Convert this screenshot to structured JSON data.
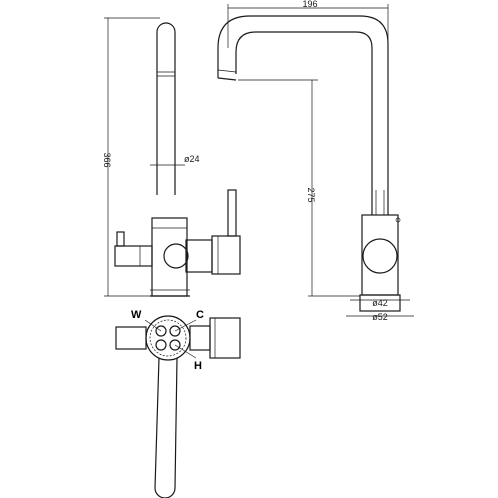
{
  "dimensions": {
    "overall_height": "366",
    "spout_reach": "196",
    "spout_height": "275",
    "spout_diameter": "ø24",
    "base_inner_diameter": "ø42",
    "base_outer_diameter": "ø52"
  },
  "port_labels": {
    "w": "W",
    "c": "C",
    "h": "H"
  }
}
